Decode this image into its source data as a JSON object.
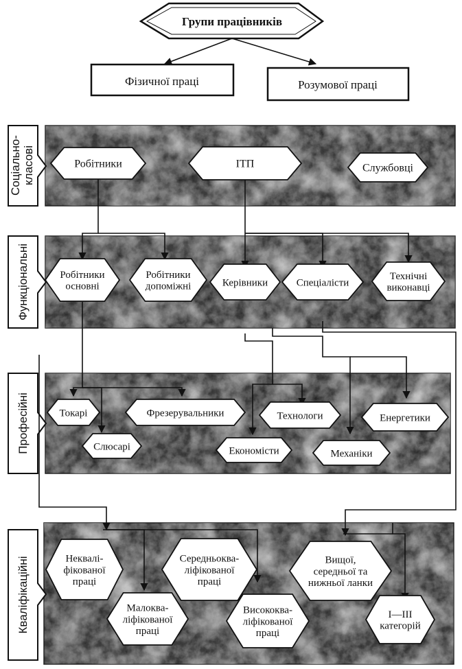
{
  "title": "Групи працівників",
  "top_groups": [
    "Фізичної праці",
    "Розумової праці"
  ],
  "levels": [
    {
      "label": "Соціально-класові",
      "label_lines": [
        "Соціально-",
        "класові"
      ],
      "nodes": [
        {
          "lines": [
            "Робітники"
          ]
        },
        {
          "lines": [
            "ІТП"
          ]
        },
        {
          "lines": [
            "Службовці"
          ]
        }
      ]
    },
    {
      "label": "Функціональні",
      "label_lines": [
        "Функціональні"
      ],
      "nodes": [
        {
          "lines": [
            "Робітники",
            "основні"
          ]
        },
        {
          "lines": [
            "Робітники",
            "допоміжні"
          ]
        },
        {
          "lines": [
            "Керівники"
          ]
        },
        {
          "lines": [
            "Спеціалісти"
          ]
        },
        {
          "lines": [
            "Технічні",
            "виконавці"
          ]
        }
      ]
    },
    {
      "label": "Професійні",
      "label_lines": [
        "Професійні"
      ],
      "nodes": [
        {
          "lines": [
            "Токарі"
          ]
        },
        {
          "lines": [
            "Фрезерувальники"
          ]
        },
        {
          "lines": [
            "Технологи"
          ]
        },
        {
          "lines": [
            "Енергетики"
          ]
        },
        {
          "lines": [
            "Слюсарі"
          ]
        },
        {
          "lines": [
            "Економісти"
          ]
        },
        {
          "lines": [
            "Механіки"
          ]
        }
      ]
    },
    {
      "label": "Кваліфікаційні",
      "label_lines": [
        "Кваліфікаційні"
      ],
      "nodes": [
        {
          "lines": [
            "Некваліфікованої праці"
          ],
          "display": [
            "Неквалі-",
            "фікованої",
            "праці"
          ]
        },
        {
          "lines": [
            "Середньокваліфікованої праці"
          ],
          "display": [
            "Середньоква-",
            "ліфікованої",
            "праці"
          ]
        },
        {
          "lines": [
            "Вищої, середньої та нижньої ланки"
          ],
          "display": [
            "Вищої,",
            "середньої та",
            "нижньої ланки"
          ]
        },
        {
          "lines": [
            "Малокваліфікованої праці"
          ],
          "display": [
            "Малоква-",
            "ліфікованої",
            "праці"
          ]
        },
        {
          "lines": [
            "Висококваліфікованої праці"
          ],
          "display": [
            "Висококва-",
            "ліфікованої",
            "праці"
          ]
        },
        {
          "lines": [
            "I—III категорій"
          ],
          "display": [
            "I—III",
            "категорій"
          ]
        }
      ]
    }
  ],
  "colors": {
    "band": "#6e6e6e",
    "node_fill": "#ffffff",
    "stroke": "#111111"
  }
}
